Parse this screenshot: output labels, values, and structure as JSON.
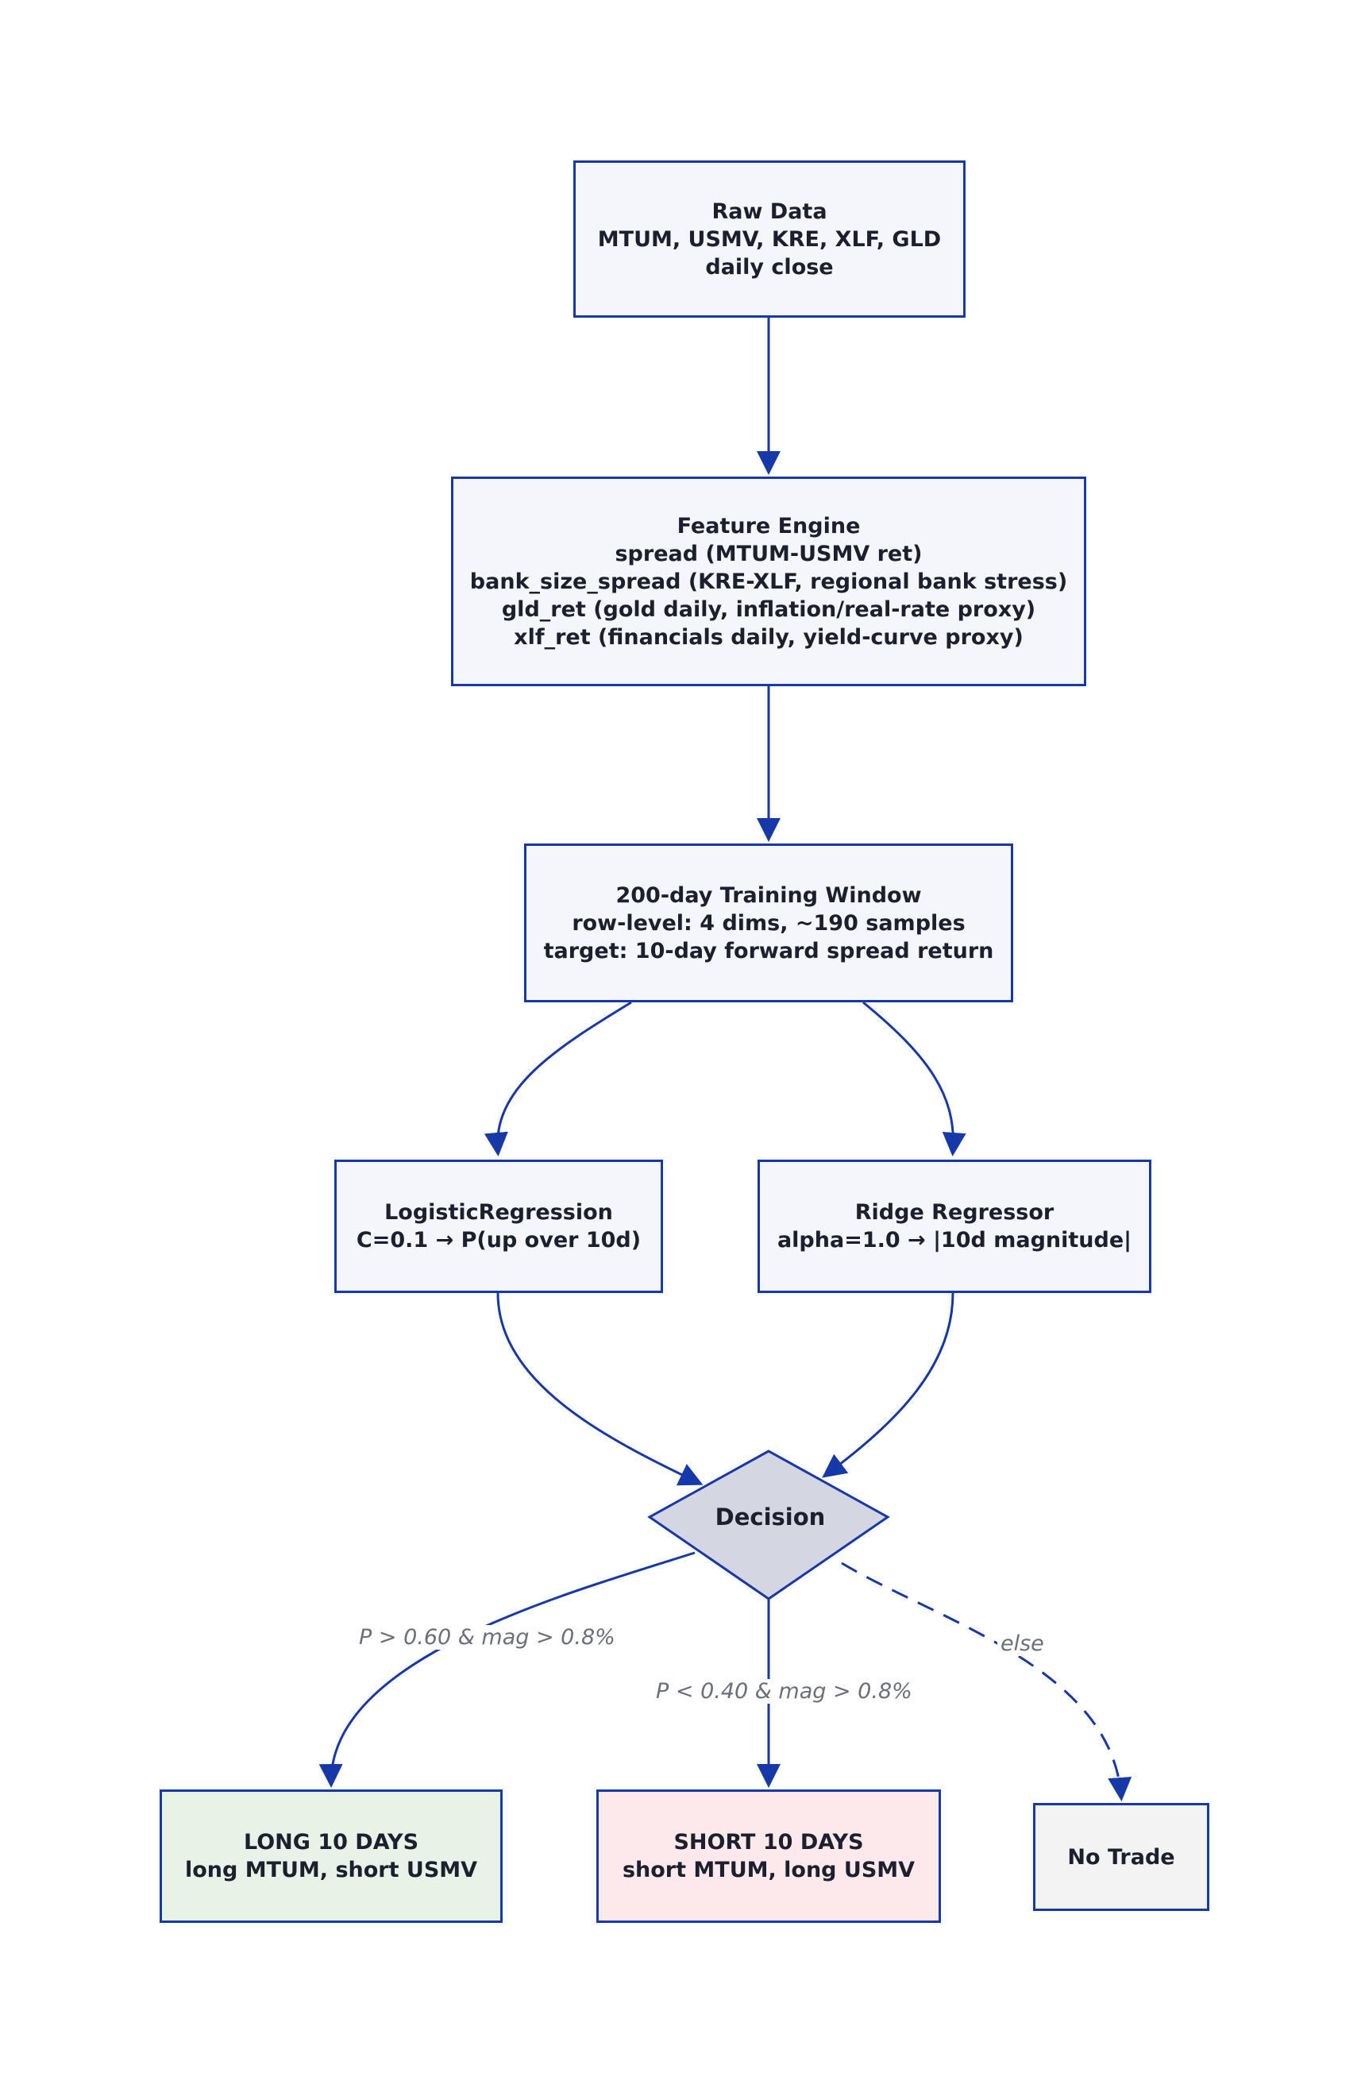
{
  "colors": {
    "stroke": "#1638a8",
    "node_fill": "#f5f6fb",
    "decision_fill": "#d4d6e2",
    "long_fill": "#e6f3e6",
    "short_fill": "#fde8ec",
    "no_trade_fill": "#f3f3f3",
    "edge_label": "#6b6f78"
  },
  "nodes": {
    "raw_data": {
      "lines": [
        "Raw Data",
        "MTUM, USMV, KRE, XLF, GLD",
        "daily close"
      ]
    },
    "feature_engine": {
      "lines": [
        "Feature Engine",
        "spread (MTUM-USMV ret)",
        "bank_size_spread (KRE-XLF, regional bank stress)",
        "gld_ret (gold daily, inflation/real-rate proxy)",
        "xlf_ret (financials daily, yield-curve proxy)"
      ]
    },
    "training_window": {
      "lines": [
        "200-day Training Window",
        "row-level: 4 dims, ~190 samples",
        "target: 10-day forward spread return"
      ]
    },
    "logistic": {
      "lines": [
        "LogisticRegression",
        "C=0.1 → P(up over 10d)"
      ]
    },
    "ridge": {
      "lines": [
        "Ridge Regressor",
        "alpha=1.0 → |10d magnitude|"
      ]
    },
    "decision": {
      "label": "Decision"
    },
    "long": {
      "lines": [
        "LONG 10 DAYS",
        "long MTUM, short USMV"
      ]
    },
    "short": {
      "lines": [
        "SHORT 10 DAYS",
        "short MTUM, long USMV"
      ]
    },
    "no_trade": {
      "lines": [
        "No Trade"
      ]
    }
  },
  "edge_labels": {
    "to_long": "P > 0.60 & mag > 0.8%",
    "to_short": "P < 0.40 & mag > 0.8%",
    "to_no_trade": "else"
  }
}
